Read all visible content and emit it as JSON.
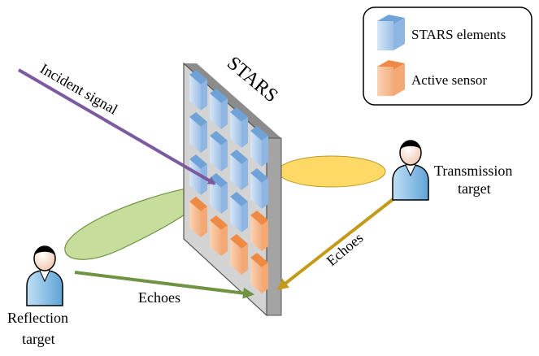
{
  "legend": {
    "items": [
      {
        "label": "STARS elements",
        "color": "#a9c6ea",
        "icon": "blue-cube-icon"
      },
      {
        "label": "Active sensor",
        "color": "#f3b88f",
        "icon": "orange-cube-icon"
      }
    ]
  },
  "surface": {
    "title": "STARS"
  },
  "labels": {
    "incident": "Incident signal",
    "transmission": [
      "Transmission",
      "target"
    ],
    "reflection": [
      "Reflection",
      "target"
    ],
    "echoes_left": "Echoes",
    "echoes_right": "Echoes"
  },
  "colors": {
    "incident_arrow": "#7c5aa0",
    "reflection_arrow": "#6f9243",
    "transmission_arrow": "#c49a1a",
    "green_beam": "#c6dd9c",
    "yellow_beam": "#ffd966",
    "panel_face": "#d0d0d0",
    "panel_edge": "#9a9a9a"
  }
}
